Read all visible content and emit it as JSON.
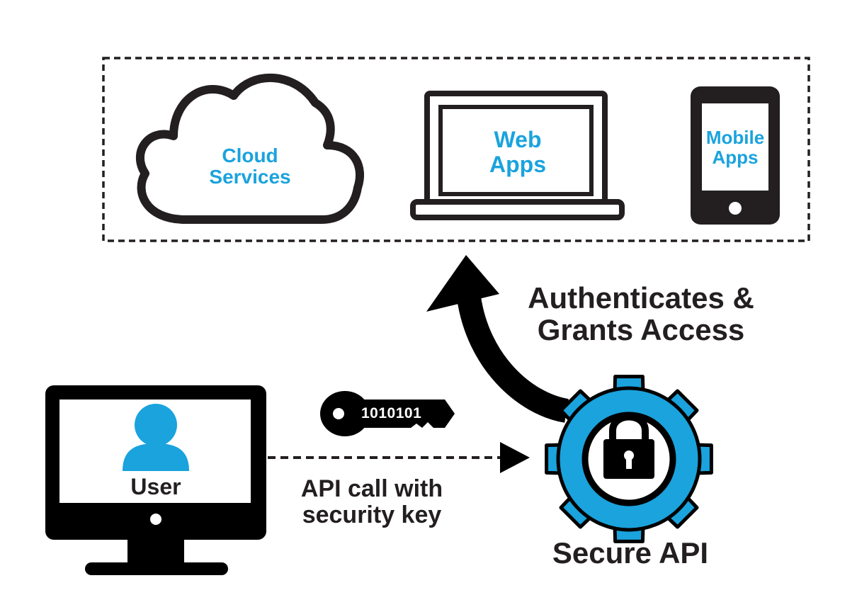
{
  "colors": {
    "accent": "#1aa3dd",
    "ink": "#231f20",
    "background": "#ffffff"
  },
  "group": {
    "cloud": {
      "icon": "cloud-icon",
      "line1": "Cloud",
      "line2": "Services"
    },
    "web": {
      "icon": "laptop-icon",
      "line1": "Web",
      "line2": "Apps"
    },
    "mobile": {
      "icon": "smartphone-icon",
      "line1": "Mobile",
      "line2": "Apps"
    }
  },
  "flow": {
    "grant_line1": "Authenticates &",
    "grant_line2": "Grants Access",
    "call_line1": "API call with",
    "call_line2": "security key",
    "key_code": "1010101"
  },
  "user": {
    "icon": "user-avatar-icon",
    "label": "User"
  },
  "secure": {
    "icon": "gear-lock-icon",
    "label": "Secure API"
  }
}
